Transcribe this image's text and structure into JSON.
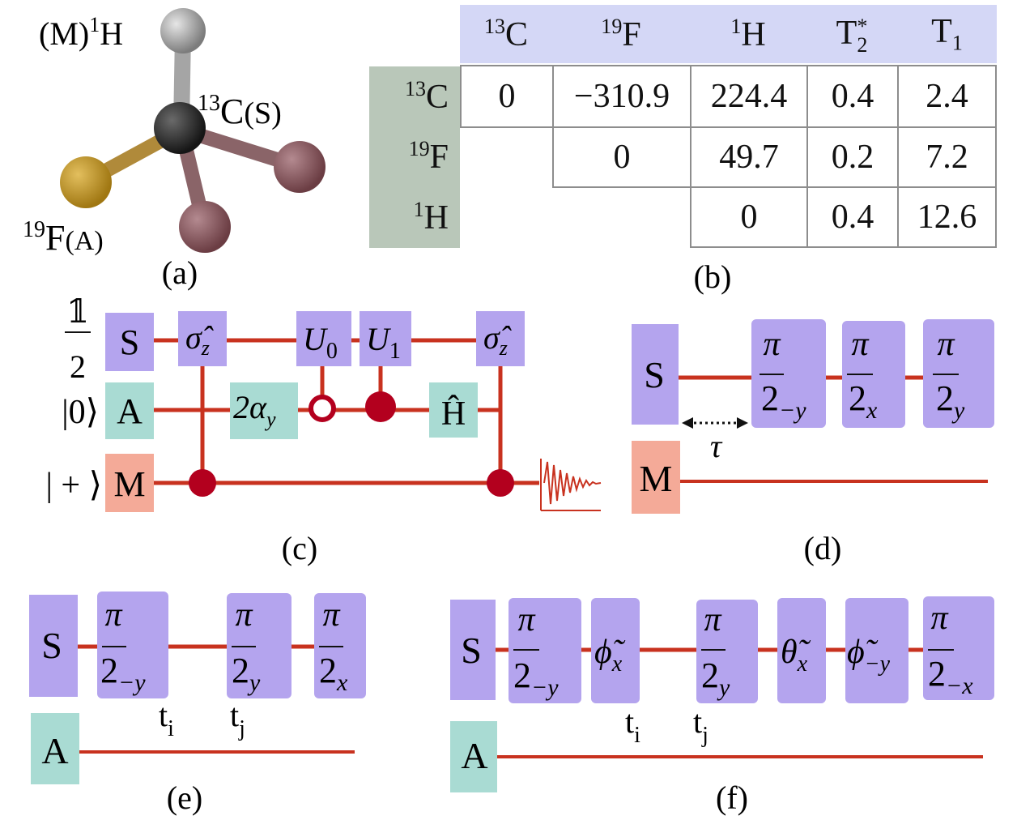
{
  "colors": {
    "wire": "#c8321f",
    "dot": "#b3001e",
    "gate_purple": "#b4a4ee",
    "gate_teal": "#a9dbd3",
    "gate_salmon": "#f4aa98",
    "table_header": "#d4d7f6",
    "table_row_header": "#b9c7b9",
    "carbon": "#2a2a2a",
    "hydrogen": "#9a9a9a",
    "fluorine": "#c49a2a",
    "methyl_h": "#8a5a5f"
  },
  "panel_labels": {
    "a": "(a)",
    "b": "(b)",
    "c": "(c)",
    "d": "(d)",
    "e": "(e)",
    "f": "(f)"
  },
  "molecule": {
    "h_mass": "1",
    "h_prefix": "(M)",
    "h_symbol": "H",
    "c_mass": "13",
    "c_symbol": "C",
    "c_suffix": "(S)",
    "f_mass": "19",
    "f_symbol": "F",
    "f_suffix": "(A)"
  },
  "table": {
    "col_headers": [
      {
        "sup": "13",
        "base": "C"
      },
      {
        "sup": "19",
        "base": "F"
      },
      {
        "sup": "1",
        "base": "H"
      },
      {
        "base": "T",
        "sup": "*",
        "sub": "2"
      },
      {
        "base": "T",
        "sub": "1"
      }
    ],
    "row_headers": [
      {
        "sup": "13",
        "base": "C"
      },
      {
        "sup": "19",
        "base": "F"
      },
      {
        "sup": "1",
        "base": "H"
      }
    ],
    "rows": [
      [
        "0",
        "−310.9",
        "224.4",
        "0.4",
        "2.4"
      ],
      [
        "",
        "0",
        "49.7",
        "0.2",
        "7.2"
      ],
      [
        "",
        "",
        "0",
        "0.4",
        "12.6"
      ]
    ]
  },
  "circuit_c": {
    "init_s_num": "𝟙",
    "init_s_den": "2",
    "init_a": "|0⟩",
    "init_m": "| + ⟩",
    "qubit_s": "S",
    "qubit_a": "A",
    "qubit_m": "M",
    "gate_sigma_left": "σ̂",
    "gate_sigma_sub": "z",
    "gate_u0": "U",
    "gate_u0_sub": "0",
    "gate_u1": "U",
    "gate_u1_sub": "1",
    "gate_rot": "2α",
    "gate_rot_sub": "y",
    "gate_h": "Ĥ"
  },
  "circuit_d": {
    "qubit_s": "S",
    "qubit_m": "M",
    "tau": "τ",
    "pulses": [
      {
        "num": "π",
        "den": "2",
        "sub": "−y"
      },
      {
        "num": "π",
        "den": "2",
        "sub": "x"
      },
      {
        "num": "π",
        "den": "2",
        "sub": "y"
      }
    ]
  },
  "circuit_e": {
    "qubit_s": "S",
    "qubit_a": "A",
    "t_i": "t",
    "t_i_sub": "i",
    "t_j": "t",
    "t_j_sub": "j",
    "pulses": [
      {
        "num": "π",
        "den": "2",
        "sub": "−y"
      },
      {
        "num": "π",
        "den": "2",
        "sub": "y"
      },
      {
        "num": "π",
        "den": "2",
        "sub": "x"
      }
    ]
  },
  "circuit_f": {
    "qubit_s": "S",
    "qubit_a": "A",
    "t_i": "t",
    "t_i_sub": "i",
    "t_j": "t",
    "t_j_sub": "j",
    "pulse1": {
      "num": "π",
      "den": "2",
      "sub": "−y"
    },
    "phi1": {
      "sym": "ϕ̃",
      "sub": "x"
    },
    "pulse2": {
      "num": "π",
      "den": "2",
      "sub": "y"
    },
    "theta": {
      "sym": "θ̃",
      "sub": "x"
    },
    "phi2": {
      "sym": "ϕ̃",
      "sub": "−y"
    },
    "pulse3": {
      "num": "π",
      "den": "2",
      "sub": "−x"
    }
  }
}
